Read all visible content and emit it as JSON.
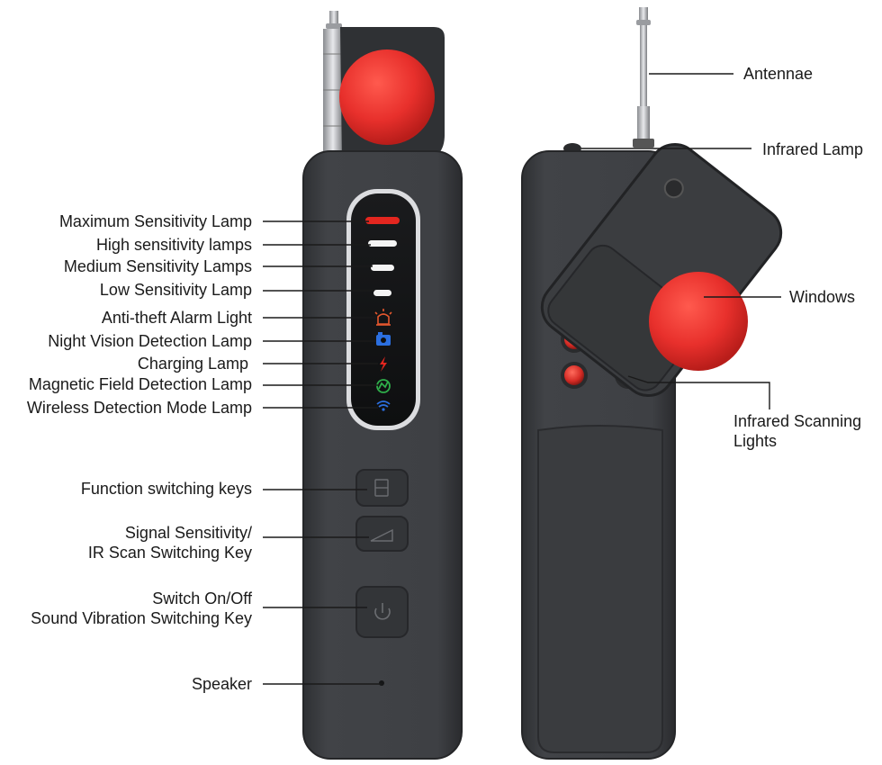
{
  "left_labels": [
    {
      "id": "maximum-sensitivity-lamp",
      "text": "Maximum Sensitivity Lamp"
    },
    {
      "id": "high-sensitivity-lamps",
      "text": "High sensitivity lamps"
    },
    {
      "id": "medium-sensitivity-lamps",
      "text": "Medium Sensitivity Lamps"
    },
    {
      "id": "low-sensitivity-lamp",
      "text": "Low Sensitivity Lamp"
    },
    {
      "id": "anti-theft-alarm-light",
      "text": "Anti-theft Alarm Light"
    },
    {
      "id": "night-vision-detection-lamp",
      "text": "Night Vision Detection Lamp"
    },
    {
      "id": "charging-lamp",
      "text": "Charging Lamp"
    },
    {
      "id": "magnetic-field-detection-lamp",
      "text": "Magnetic Field Detection Lamp"
    },
    {
      "id": "wireless-detection-mode-lamp",
      "text": "Wireless Detection Mode Lamp"
    },
    {
      "id": "function-switching-keys",
      "text": "Function switching keys"
    },
    {
      "id": "signal-sensitivity-key",
      "text": "Signal Sensitivity/\nIR Scan Switching Key"
    },
    {
      "id": "switch-on-off-key",
      "text": "Switch On/Off\nSound Vibration Switching Key"
    },
    {
      "id": "speaker",
      "text": "Speaker"
    }
  ],
  "right_labels": [
    {
      "id": "antennae",
      "text": "Antennae"
    },
    {
      "id": "infrared-lamp",
      "text": "Infrared Lamp"
    },
    {
      "id": "windows",
      "text": "Windows"
    },
    {
      "id": "infrared-scanning-lights",
      "text": "Infrared Scanning\nLights"
    }
  ],
  "colors": {
    "body": "#3b3d40",
    "body_edge": "#2b2c2e",
    "red": "#e8302c",
    "label_text": "#1a1a1a",
    "lamp_white": "#f4f4f4",
    "lamp_red": "#e3261f",
    "icon_orange": "#e4572e",
    "icon_blue": "#2b6fe0",
    "icon_green": "#2fae4a"
  }
}
